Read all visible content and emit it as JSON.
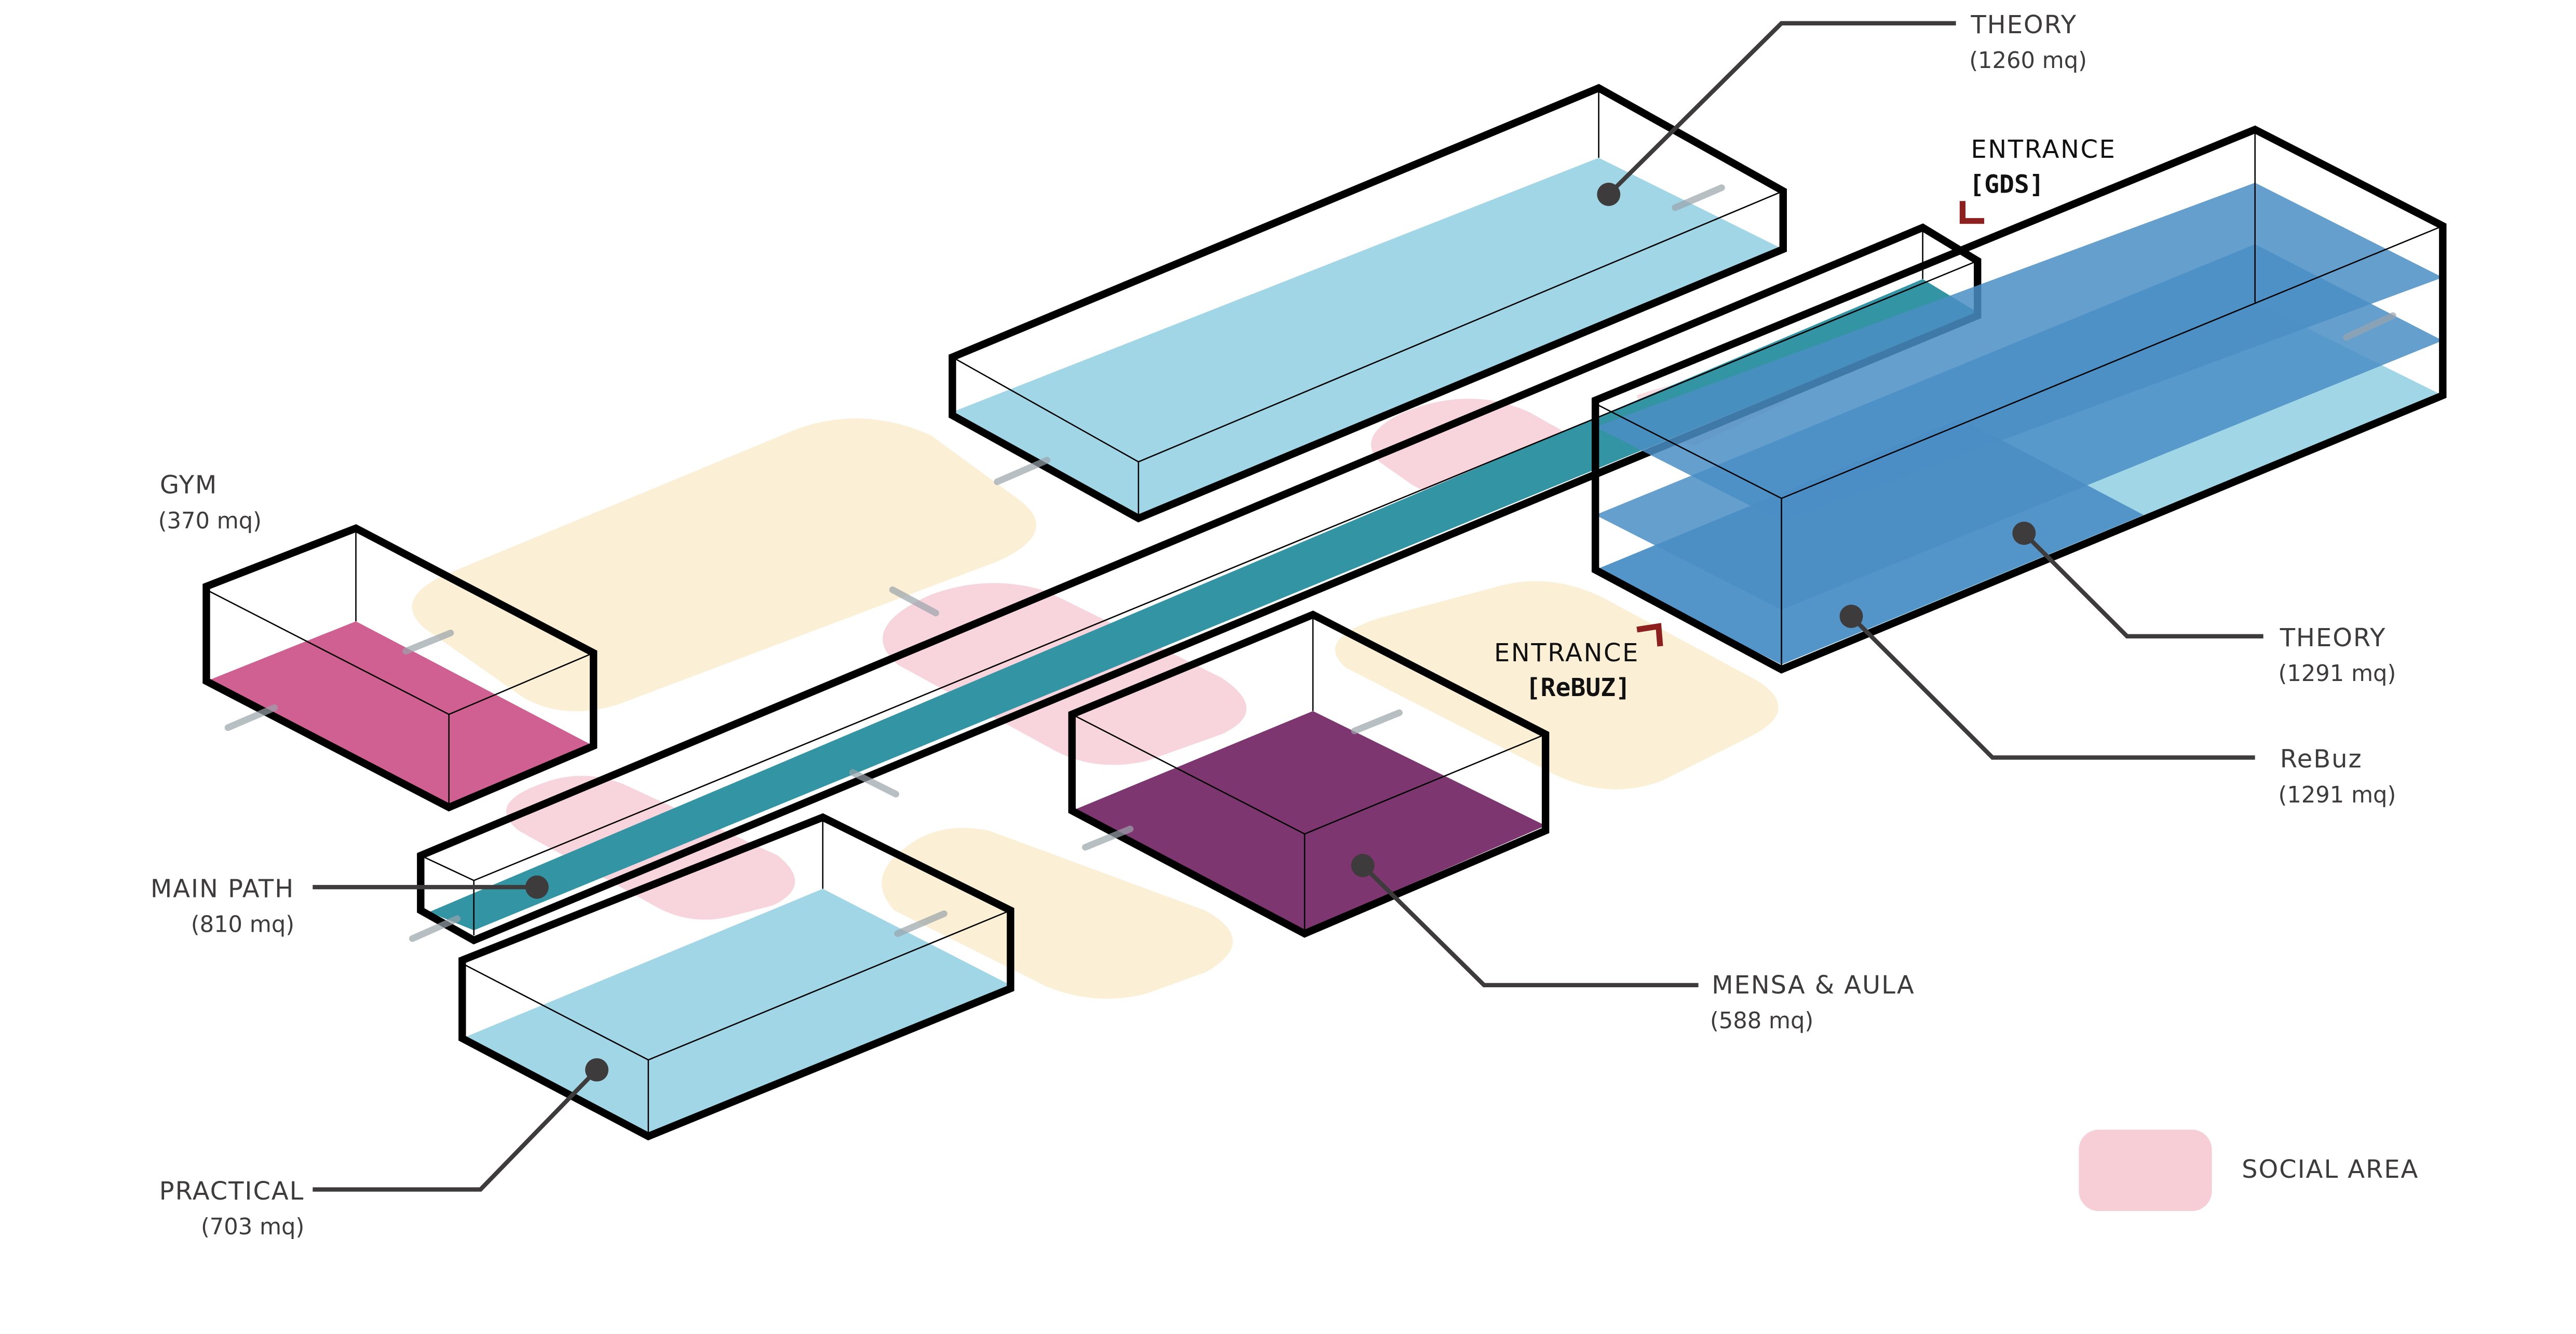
{
  "colors": {
    "social": "#f7cdd6",
    "open": "#fbf0d5",
    "theory_light": "#a1d6e7",
    "theory_dark": "#4a8ec4",
    "main_path": "#3394a4",
    "gym": "#d06091",
    "mensa": "#7e3670",
    "practical": "#a1d6e7",
    "entrance_marker": "#8e1f1f"
  },
  "labels": {
    "theory_gds": {
      "name": "THEORY",
      "area": "(1260 mq)"
    },
    "gym": {
      "name": "GYM",
      "area": "(370 mq)"
    },
    "main_path": {
      "name": "MAIN PATH",
      "area": "(810 mq)"
    },
    "practical": {
      "name": "PRACTICAL",
      "area": "(703 mq)"
    },
    "mensa": {
      "name": "MENSA & AULA",
      "area": "(588 mq)"
    },
    "theory_rebuz": {
      "name": "THEORY",
      "area": "(1291 mq)"
    },
    "rebuz": {
      "name": "ReBuz",
      "area": "(1291 mq)"
    }
  },
  "entrances": {
    "gds": {
      "title": "ENTRANCE",
      "code": "[GDS]"
    },
    "rebuz": {
      "title": "ENTRANCE",
      "code": "[ReBUZ]"
    }
  },
  "legend": {
    "social_area": "SOCIAL AREA"
  }
}
